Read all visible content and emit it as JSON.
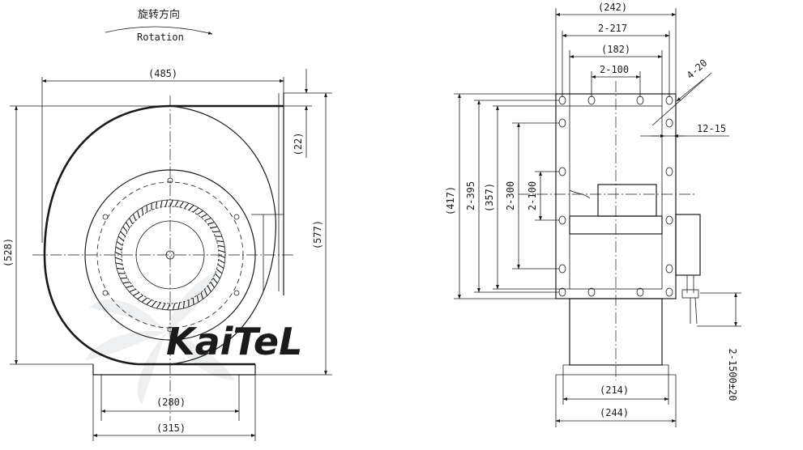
{
  "rotation": {
    "label_cn": "旋转方向",
    "label_en": "Rotation"
  },
  "watermark": {
    "text": "KaiTeL"
  },
  "front_view": {
    "dims": {
      "width_485": "(485)",
      "height_528": "(528)",
      "height_577": "(577)",
      "flange_22": "(22)",
      "base_280": "(280)",
      "base_315": "(315)"
    }
  },
  "side_view": {
    "dims": {
      "top_242": "(242)",
      "top_2_217": "2-217",
      "top_182": "(182)",
      "top_2_100": "2-100",
      "hole_4_20": "4-20",
      "slot_12_15": "12-15",
      "left_417": "(417)",
      "left_2_395": "2-395",
      "left_357": "(357)",
      "left_2_300": "2-300",
      "left_2_100": "2-100",
      "cable_2_1500": "2-1500±20",
      "bottom_214": "(214)",
      "bottom_244": "(244)"
    }
  },
  "colors": {
    "line": "#1a1a1a",
    "watermark_gray": "#d7dbdf",
    "watermark_blue": "#6f9fd1"
  }
}
